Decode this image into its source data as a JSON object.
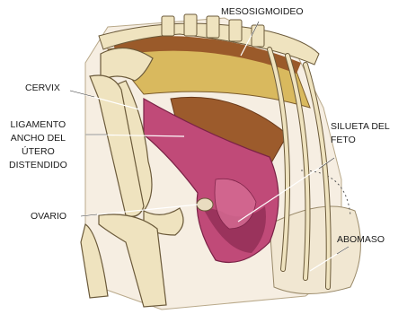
{
  "labels": {
    "mesosigmoideo": "MESOSIGMOIDEO",
    "cervix": "CERVIX",
    "ligamento": [
      "LIGAMENTO",
      "ANCHO DEL",
      "ÚTERO",
      "DISTENDIDO"
    ],
    "silueta": [
      "SILUETA DEL",
      "FETO"
    ],
    "ovario": "OVARIO",
    "abomaso": "ABOMASO"
  },
  "colors": {
    "bone": "#efe3bf",
    "bone_outline": "#6b5a3a",
    "muscle_brown": "#9a5a2a",
    "fat_yellow": "#d8b860",
    "uterus_pink": "#c04a78",
    "uterus_dark": "#8a2a50",
    "abomasum": "#f0e6d0",
    "leader_line": "#ffffff"
  }
}
